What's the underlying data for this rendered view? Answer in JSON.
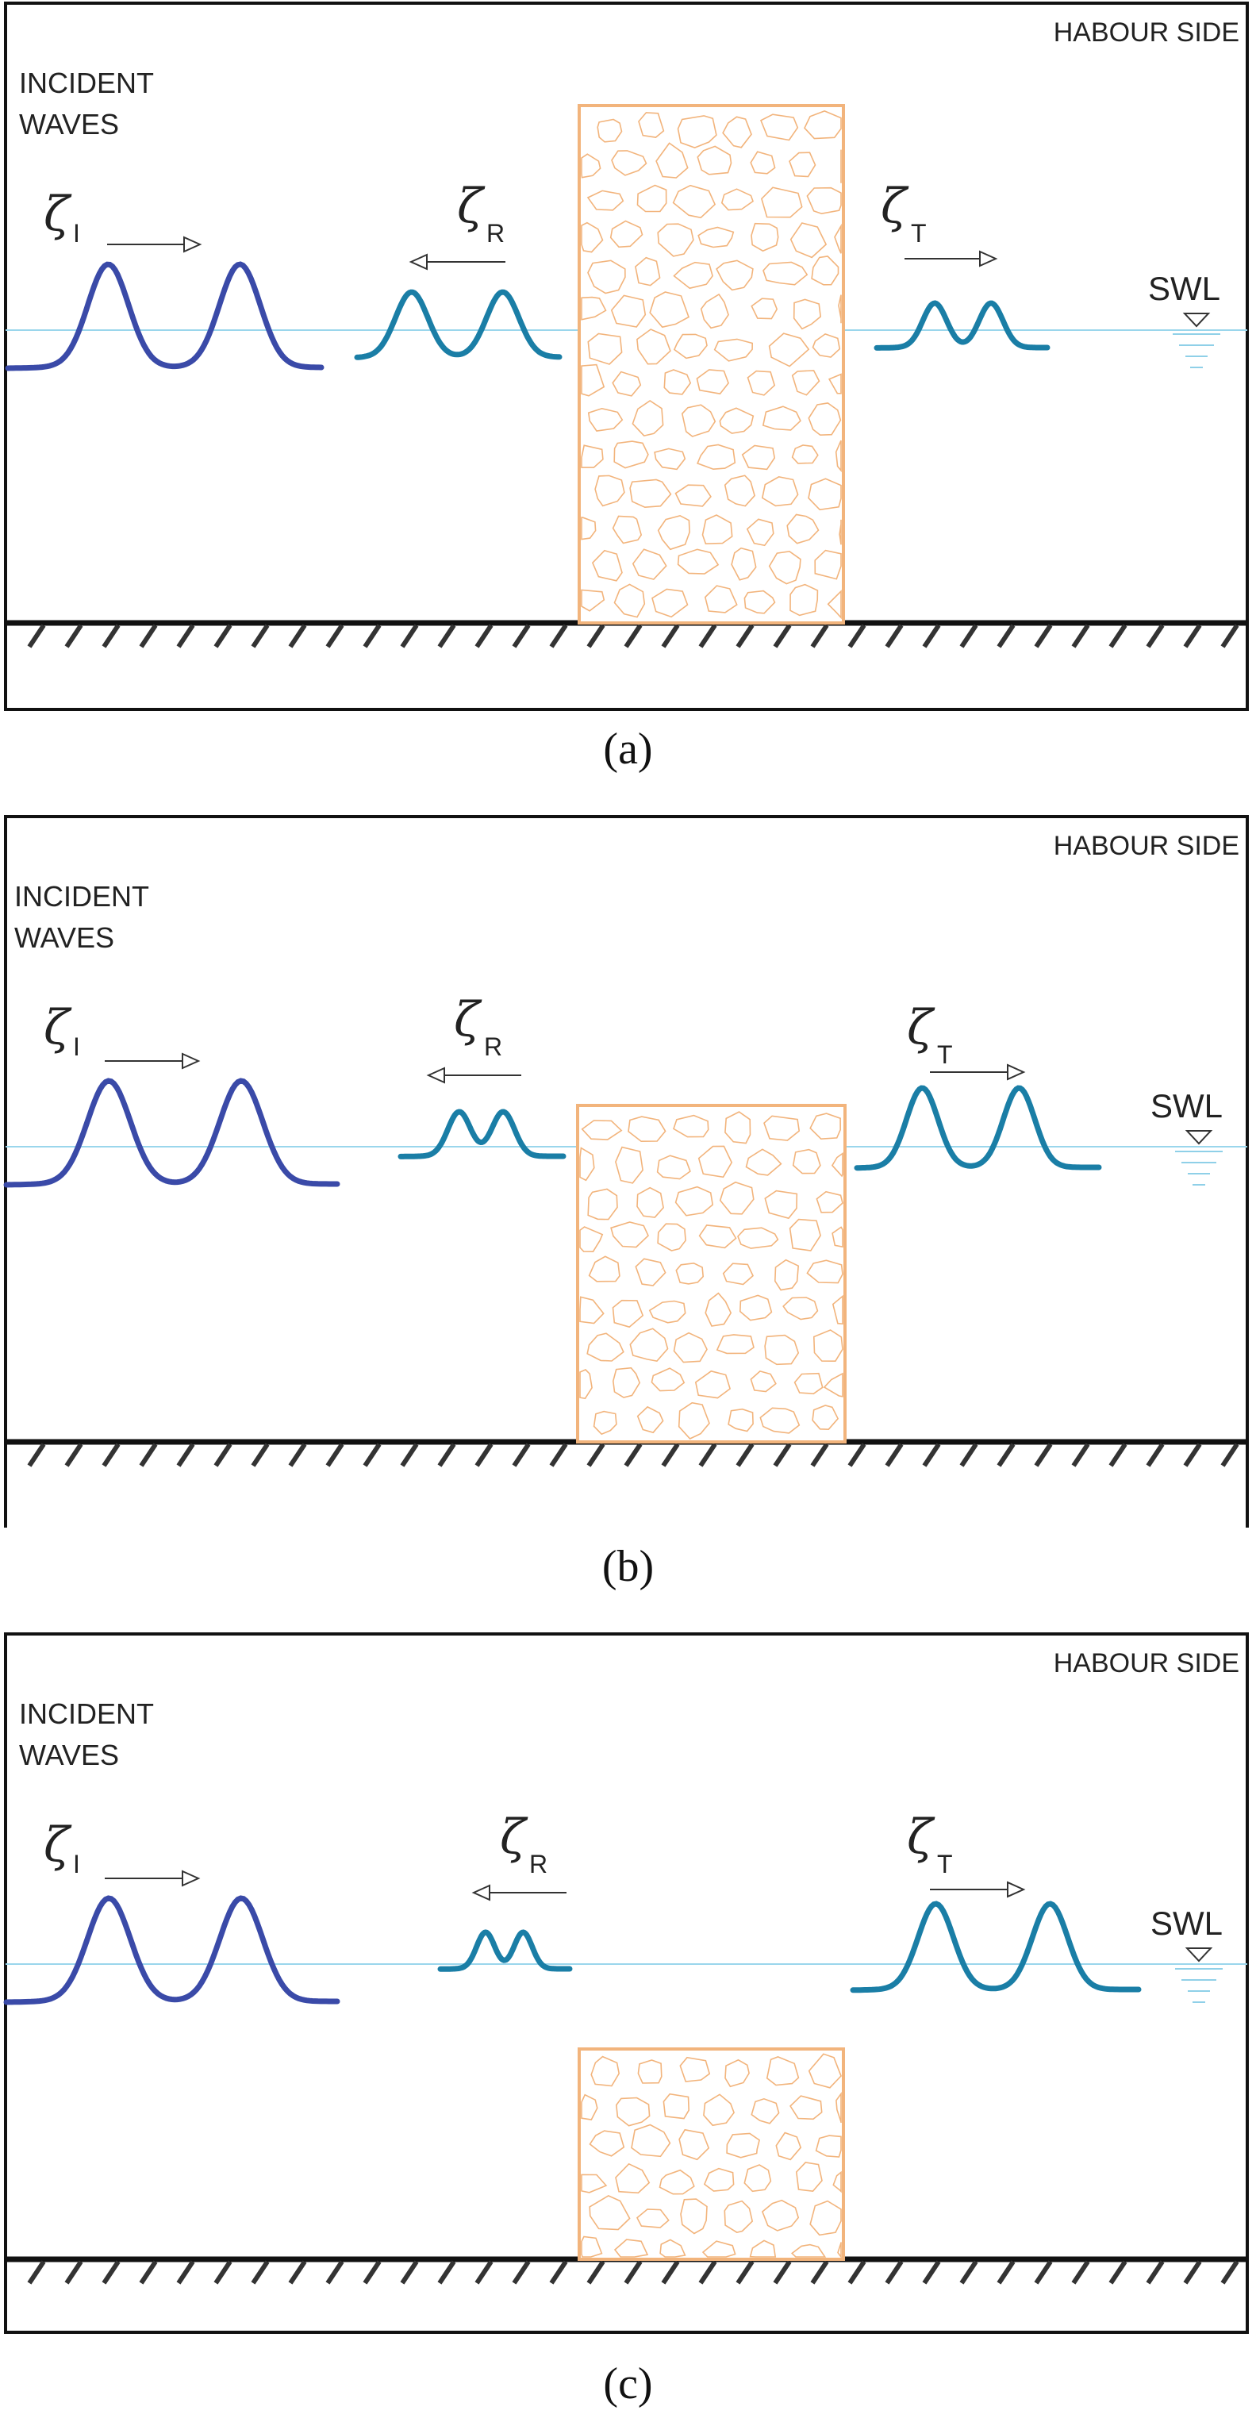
{
  "colors": {
    "incident_wave": "#3a4aa8",
    "reflected_transmitted_wave": "#1a7ea6",
    "swl_line": "#9ad6ec",
    "breakwater": "#f2b47c",
    "frame": "#111111"
  },
  "labels": {
    "harbour_side": "HABOUR SIDE",
    "incident_line1": "INCIDENT",
    "incident_line2": "WAVES",
    "swl": "SWL",
    "zeta": "ζ",
    "sub_incident": "I",
    "sub_reflected": "R",
    "sub_transmitted": "T"
  },
  "panels": [
    {
      "id": "a",
      "caption": "(a)",
      "breakwater": "emerged"
    },
    {
      "id": "b",
      "caption": "(b)",
      "breakwater": "crest at still water level"
    },
    {
      "id": "c",
      "caption": "(c)",
      "breakwater": "submerged"
    }
  ]
}
